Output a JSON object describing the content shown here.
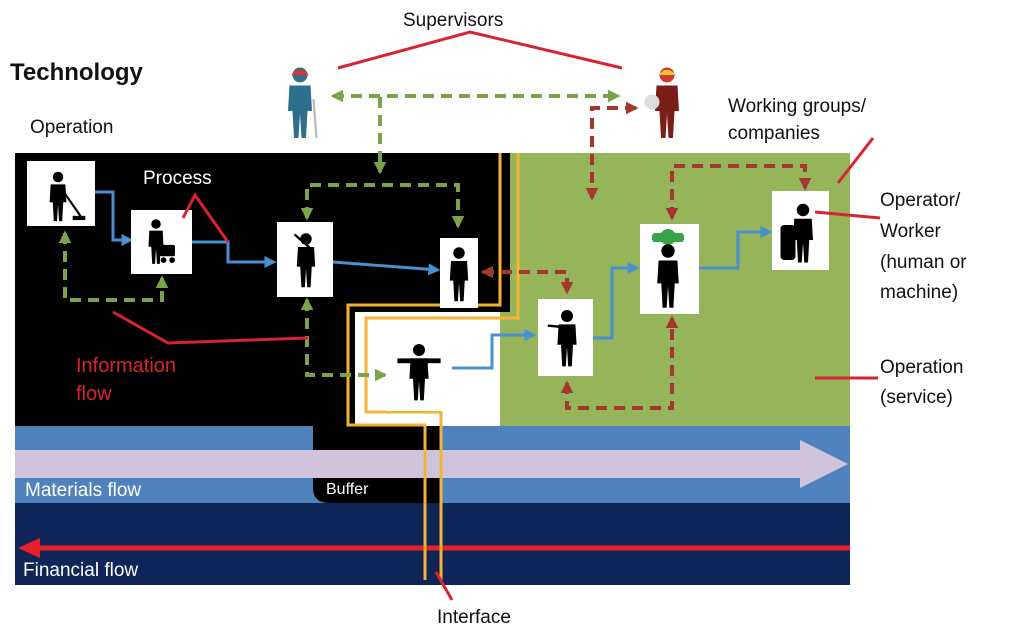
{
  "title": "Technology",
  "labels": {
    "supervisors": "Supervisors",
    "working_groups_line1": "Working groups/",
    "working_groups_line2": "companies",
    "operation": "Operation",
    "process": "Process",
    "operator_line1": "Operator/",
    "operator_line2": "Worker",
    "operator_line3": "(human or",
    "operator_line4": "machine)",
    "information_flow_line1": "Information",
    "information_flow_line2": "flow",
    "operation_service_line1": "Operation",
    "operation_service_line2": "(service)",
    "materials_flow": "Materials flow",
    "buffer": "Buffer",
    "financial_flow": "Financial flow",
    "interface": "Interface"
  },
  "colors": {
    "black_zone": "#000000",
    "green_zone": "#96b45a",
    "materials_band": "#4f81bd",
    "financial_band": "#0f2558",
    "materials_arrow": "#cfc4dc",
    "financial_arrow": "#e8202a",
    "interface_line": "#f5b335",
    "info_green": "#7aa34a",
    "info_red": "#a5382e",
    "process_flow": "#4a90d0",
    "callout": "#d9232e",
    "information_flow_text": "#d9232e"
  },
  "icons": {
    "supervisor_left": "supervisor-icon",
    "supervisor_right": "supervisor-icon",
    "worker_sweeping": "sweeping-worker-icon",
    "worker_cart": "cart-worker-icon",
    "worker_painting": "painting-worker-icon",
    "worker_standing": "standing-worker-icon",
    "worker_arms": "arms-out-worker-icon",
    "worker_spray": "spray-worker-icon",
    "worker_carrying": "carrying-worker-icon",
    "worker_machine": "machine-worker-icon"
  }
}
